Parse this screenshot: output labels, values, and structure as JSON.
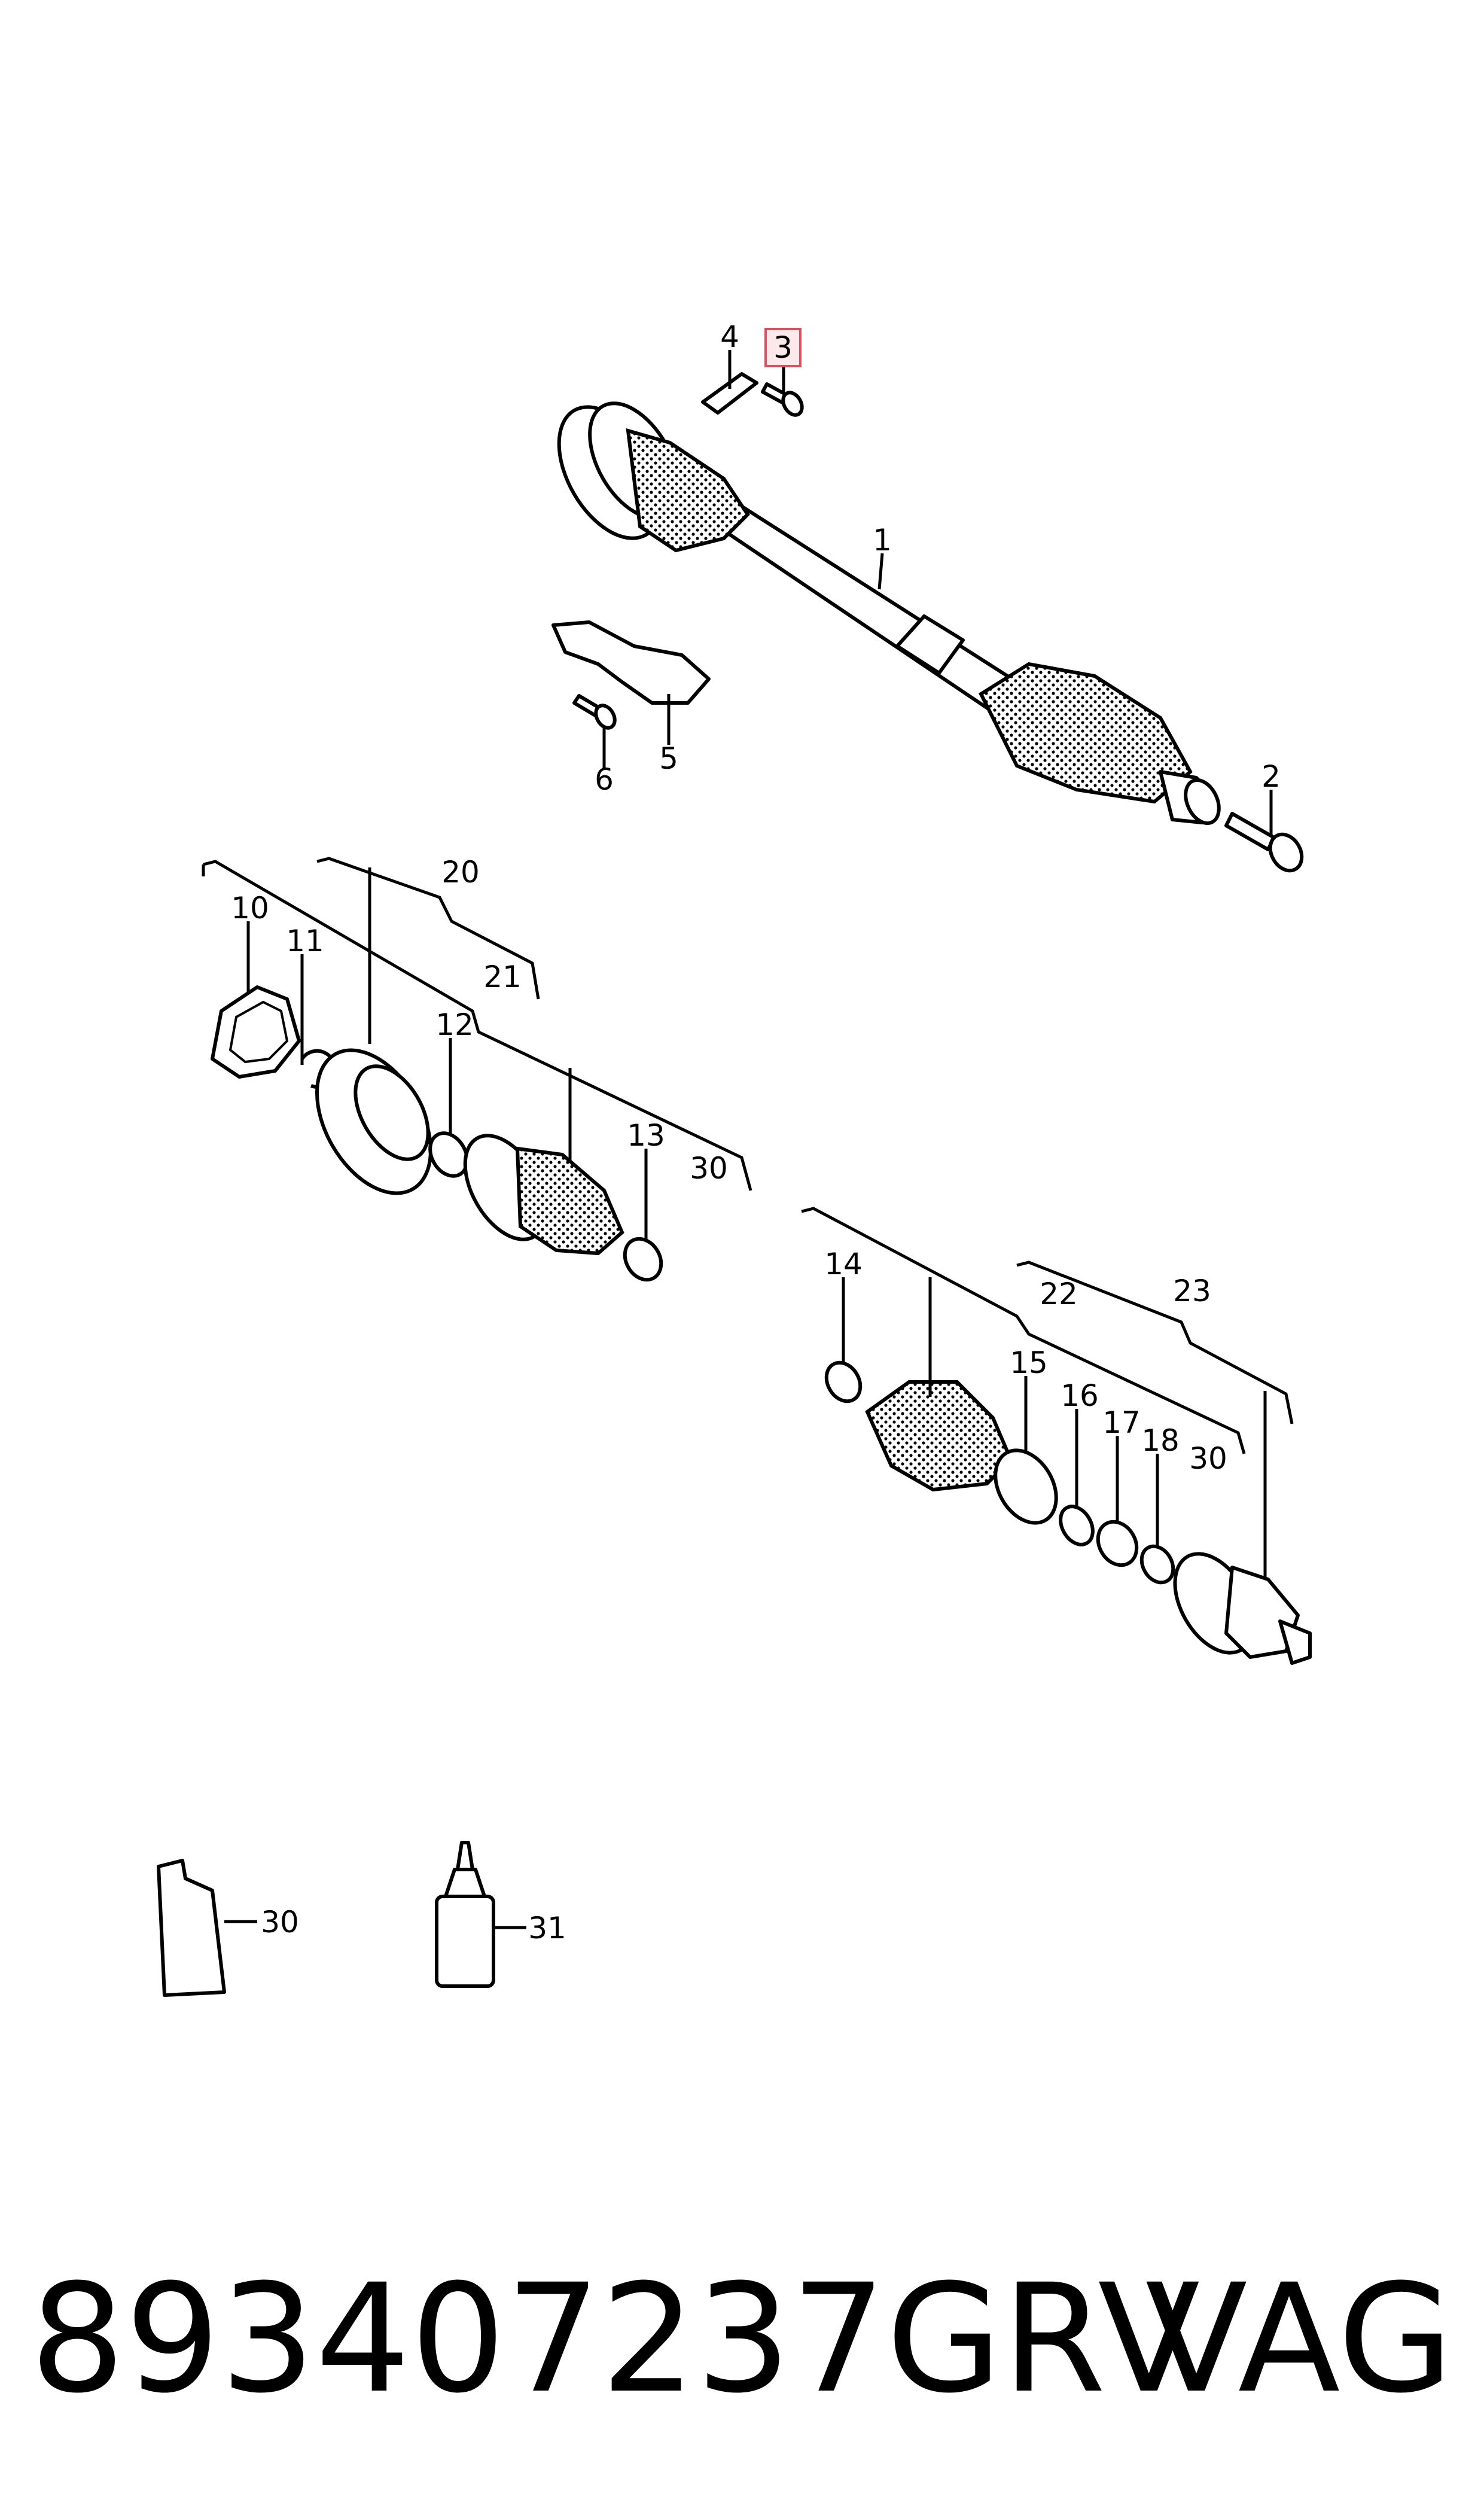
{
  "callouts": [
    {
      "id": "1",
      "label": "1"
    },
    {
      "id": "2",
      "label": "2"
    },
    {
      "id": "3",
      "label": "3",
      "highlighted": true
    },
    {
      "id": "4",
      "label": "4"
    },
    {
      "id": "5",
      "label": "5"
    },
    {
      "id": "6",
      "label": "6"
    },
    {
      "id": "10",
      "label": "10"
    },
    {
      "id": "11",
      "label": "11"
    },
    {
      "id": "12",
      "label": "12"
    },
    {
      "id": "13",
      "label": "13"
    },
    {
      "id": "14",
      "label": "14"
    },
    {
      "id": "15",
      "label": "15"
    },
    {
      "id": "16",
      "label": "16"
    },
    {
      "id": "17",
      "label": "17"
    },
    {
      "id": "18",
      "label": "18"
    },
    {
      "id": "20",
      "label": "20"
    },
    {
      "id": "21",
      "label": "21"
    },
    {
      "id": "22",
      "label": "22"
    },
    {
      "id": "23",
      "label": "23"
    },
    {
      "id": "30a",
      "label": "30"
    },
    {
      "id": "30b",
      "label": "30"
    },
    {
      "id": "30c",
      "label": "30"
    },
    {
      "id": "31",
      "label": "31"
    }
  ],
  "highlight_color": "#d9505e",
  "footer": {
    "part_number": "893407237GRV",
    "brand": "VAG"
  }
}
